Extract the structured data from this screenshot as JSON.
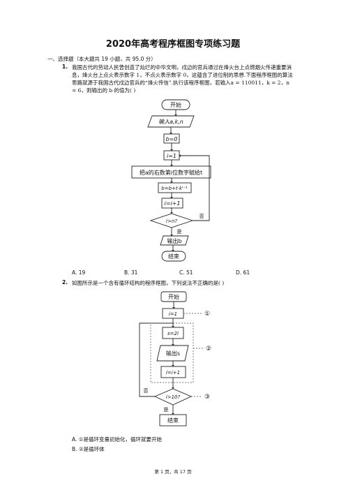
{
  "title": "2020年高考程序框图专项练习题",
  "section": "一、选择题（本大题共 19 小题，共 95.0 分）",
  "q1": {
    "num": "1.",
    "text": "我国古代的劳动人民曾创造了灿烂的中华文明，戍边的官兵通过在烽火台上点燃烟火传递重要消息，烽火台上点火表示数字 1，不点火表示数字 0，这蕴含了进位制的思想.下面程序框图的算法思路就源于我国古代戍边官兵的“烽火传信”.执行该程序框图，若输入a = 110011，k = 2，n = 6，则输出的 b 的值为(    )",
    "flow": {
      "start": "开始",
      "input": "输入a,k,n",
      "b0": "b=0",
      "i1": "i=1",
      "assign": "把a的右数第i位数字赋给t",
      "update": "b=b+t·kⁱ⁻¹",
      "inc": "i=i+1",
      "cond": "i>n?",
      "no": "否",
      "yes": "是",
      "output": "输出b",
      "end": "结束"
    },
    "choices": [
      "A. 19",
      "B. 31",
      "C. 51",
      "D. 61"
    ]
  },
  "q2": {
    "num": "2.",
    "text": "如图所示是一个含有循环结构的程序框图，下列说法不正确的是(    )",
    "flow": {
      "start": "开始",
      "i1": "i=1",
      "s": "s=2i",
      "output": "输出s",
      "inc": "i=i+1",
      "cond": "i>10?",
      "no": "否",
      "yes": "是",
      "end": "结束",
      "m1": "①",
      "m2": "②",
      "m3": "③"
    },
    "options": [
      "A.  ①是循环变量初始化，循环就要开始",
      "B.  ②是循环体"
    ]
  },
  "footer": "第 1 页，共 17 页"
}
